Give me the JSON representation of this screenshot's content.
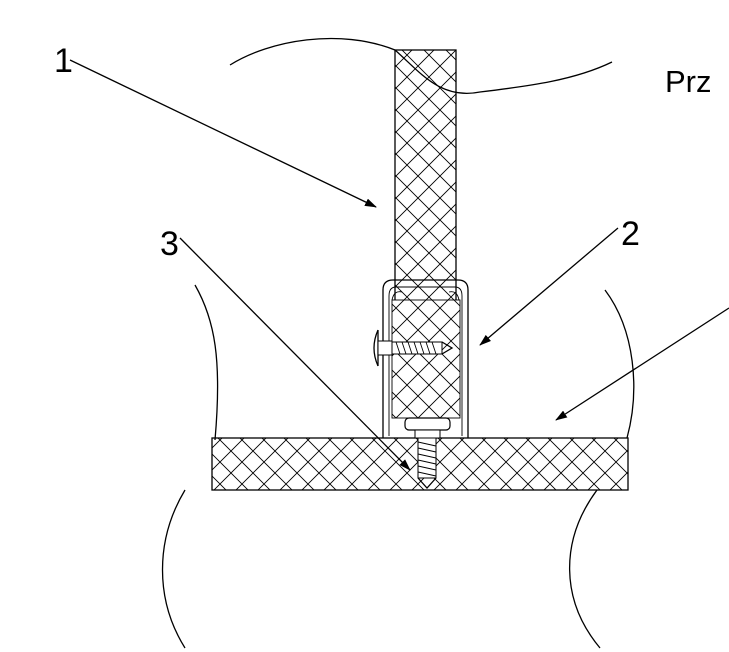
{
  "title_text": "Prz",
  "callouts": [
    {
      "id": "1",
      "label": "1"
    },
    {
      "id": "2",
      "label": "2"
    },
    {
      "id": "3",
      "label": "3"
    }
  ]
}
